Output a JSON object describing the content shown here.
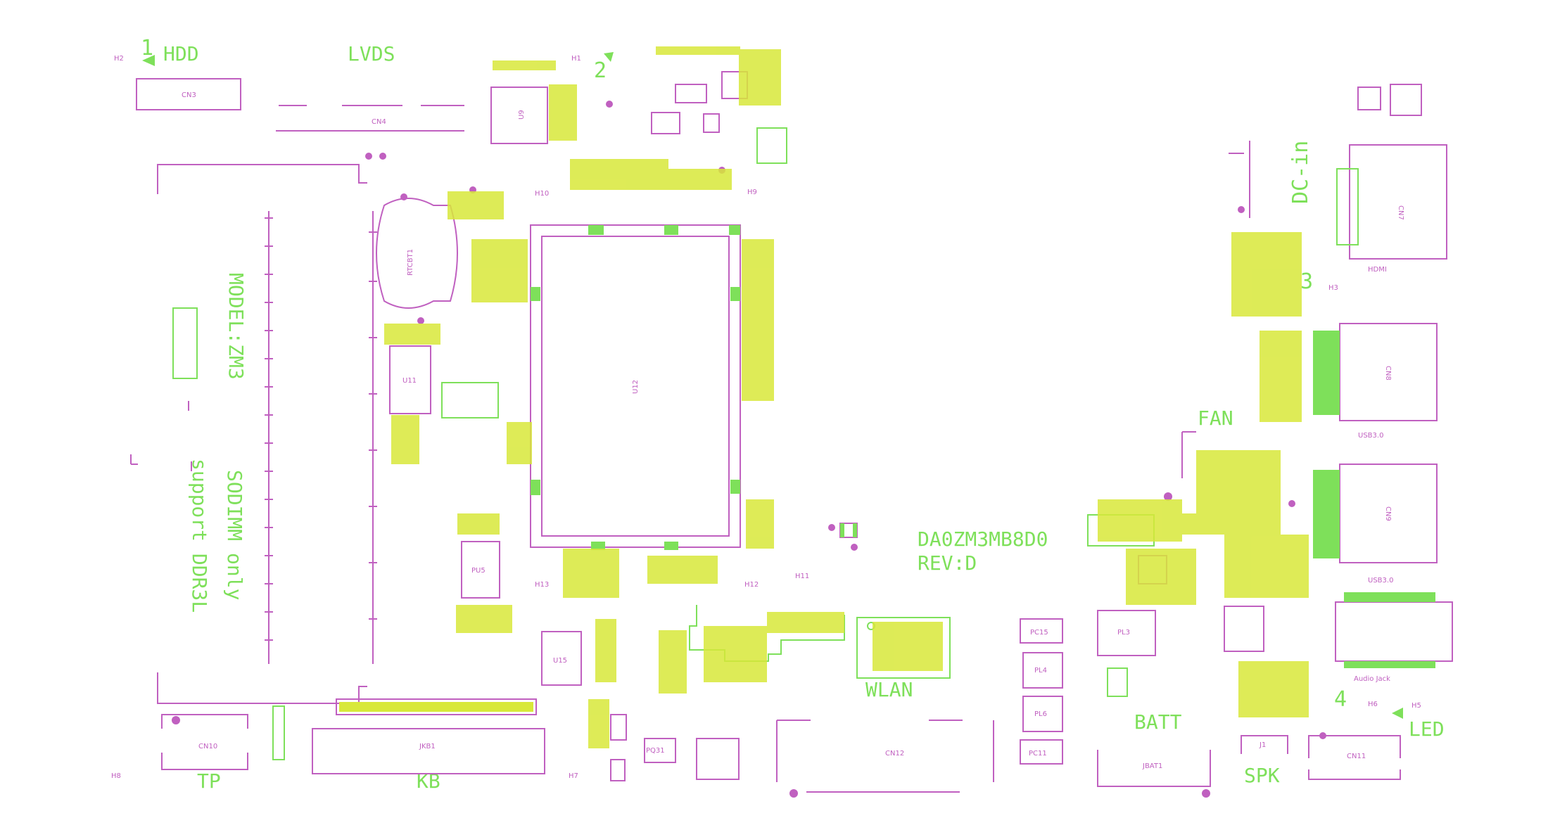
{
  "board": {
    "model_text": "MODEL:ZM3",
    "sodimm_note_1": "SODIMM only",
    "sodimm_note_2": "support DDR3L",
    "board_id": "DA0ZM3MB8D0",
    "revision": "REV:D"
  },
  "connector_labels": {
    "hdd": "HDD",
    "lvds": "LVDS",
    "dc_in": "DC-in",
    "fan": "FAN",
    "wlan": "WLAN",
    "batt": "BATT",
    "spk": "SPK",
    "led": "LED",
    "tp": "TP",
    "kb": "KB"
  },
  "markers": {
    "pin1": "1",
    "pin2": "2",
    "pin3": "3",
    "pin4": "4"
  },
  "refdes": {
    "cn3": "CN3",
    "cn4": "CN4",
    "cn7": "CN7",
    "cn8": "CN8",
    "cn9": "CN9",
    "cn10": "CN10",
    "cn11": "CN11",
    "cn12": "CN12",
    "jkb1": "JKB1",
    "jbat1": "JBAT1",
    "j1": "J1",
    "u9": "U9",
    "u11": "U11",
    "u12": "U12",
    "u15": "U15",
    "pu5": "PU5",
    "pc15": "PC15",
    "pc11": "PC11",
    "pl3": "PL3",
    "pl4": "PL4",
    "pl6": "PL6",
    "pq31": "PQ31",
    "rtc": "RTCBT1",
    "hdmi": "HDMI",
    "usb30a": "USB3.0",
    "usb30b": "USB3.0",
    "audio": "Audio Jack",
    "h1": "H1",
    "h2": "H2",
    "h3": "H3",
    "h5": "H5",
    "h6": "H6",
    "h7": "H7",
    "h8": "H8",
    "h9": "H9",
    "h10": "H10",
    "h11": "H11",
    "h12": "H12",
    "h13": "H13"
  },
  "colors": {
    "silkscreen": "#c060c0",
    "label_green": "#7ee05a",
    "component_yellow": "#d8e83a",
    "background": "#ffffff"
  }
}
